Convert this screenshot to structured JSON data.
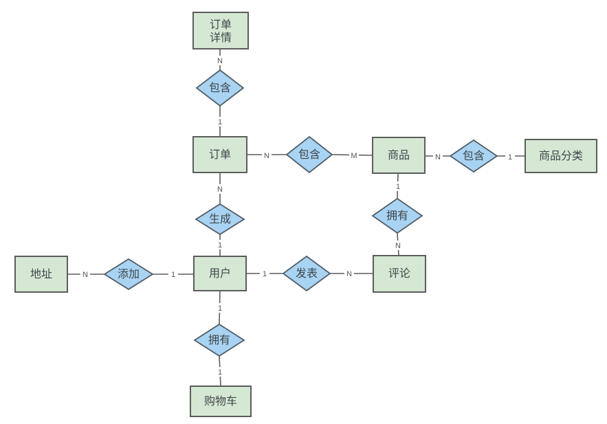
{
  "diagram": {
    "colors": {
      "background": "#ffffff",
      "entity_fill": "#d5e8d4",
      "entity_stroke": "#5c5c5c",
      "relation_fill": "#a9d3f2",
      "relation_stroke": "#515d66",
      "edge_color": "#5c5c5c",
      "text_color": "#3f464b",
      "cardinality_color": "#525252"
    },
    "entities": [
      {
        "id": "order-detail",
        "label": "订单详情",
        "line1": "订单",
        "line2": "详情"
      },
      {
        "id": "order",
        "label": "订单"
      },
      {
        "id": "product",
        "label": "商品"
      },
      {
        "id": "product-category",
        "label": "商品分类"
      },
      {
        "id": "address",
        "label": "地址"
      },
      {
        "id": "user",
        "label": "用户"
      },
      {
        "id": "comment",
        "label": "评论"
      },
      {
        "id": "cart",
        "label": "购物车"
      }
    ],
    "relations": [
      {
        "id": "contains-orderdetail-order",
        "label": "包含"
      },
      {
        "id": "contains-order-product",
        "label": "包含"
      },
      {
        "id": "contains-product-category",
        "label": "包含"
      },
      {
        "id": "generates-order-user",
        "label": "生成"
      },
      {
        "id": "owns-product-comment",
        "label": "拥有"
      },
      {
        "id": "adds-address-user",
        "label": "添加"
      },
      {
        "id": "publishes-user-comment",
        "label": "发表"
      },
      {
        "id": "owns-user-cart",
        "label": "拥有"
      }
    ],
    "cardinalities": [
      {
        "id": "orderdetail-contains",
        "text": "N"
      },
      {
        "id": "contains-order",
        "text": "1"
      },
      {
        "id": "order-contains2",
        "text": "N"
      },
      {
        "id": "contains2-product",
        "text": "M"
      },
      {
        "id": "product-contains3",
        "text": "N"
      },
      {
        "id": "contains3-category",
        "text": "1"
      },
      {
        "id": "order-generates",
        "text": "N"
      },
      {
        "id": "generates-user",
        "text": "1"
      },
      {
        "id": "product-owns",
        "text": "1"
      },
      {
        "id": "owns-comment",
        "text": "N"
      },
      {
        "id": "address-adds",
        "text": "N"
      },
      {
        "id": "adds-user",
        "text": "1"
      },
      {
        "id": "user-publishes",
        "text": "1"
      },
      {
        "id": "publishes-comment",
        "text": "N"
      },
      {
        "id": "user-owns2",
        "text": "1"
      },
      {
        "id": "owns2-cart",
        "text": "1"
      }
    ],
    "connections": [
      {
        "from": "订单详情",
        "from_cardinality": "N",
        "relation": "包含",
        "to_cardinality": "1",
        "to": "订单"
      },
      {
        "from": "订单",
        "from_cardinality": "N",
        "relation": "包含",
        "to_cardinality": "M",
        "to": "商品"
      },
      {
        "from": "商品",
        "from_cardinality": "N",
        "relation": "包含",
        "to_cardinality": "1",
        "to": "商品分类"
      },
      {
        "from": "订单",
        "from_cardinality": "N",
        "relation": "生成",
        "to_cardinality": "1",
        "to": "用户"
      },
      {
        "from": "商品",
        "from_cardinality": "1",
        "relation": "拥有",
        "to_cardinality": "N",
        "to": "评论"
      },
      {
        "from": "地址",
        "from_cardinality": "N",
        "relation": "添加",
        "to_cardinality": "1",
        "to": "用户"
      },
      {
        "from": "用户",
        "from_cardinality": "1",
        "relation": "发表",
        "to_cardinality": "N",
        "to": "评论"
      },
      {
        "from": "用户",
        "from_cardinality": "1",
        "relation": "拥有",
        "to_cardinality": "1",
        "to": "购物车"
      }
    ]
  }
}
